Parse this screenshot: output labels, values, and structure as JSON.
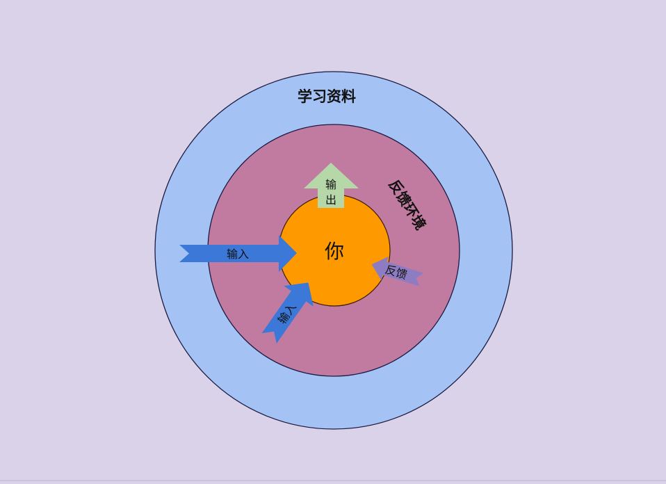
{
  "diagram": {
    "background": "#D9D2E9",
    "rings": {
      "outer": {
        "label": "学习资料",
        "fill": "#A4C2F4",
        "stroke": "#1A1A40"
      },
      "middle": {
        "label": "反馈环境",
        "fill": "#C27BA0",
        "stroke": "#1A1A40"
      },
      "inner": {
        "label": "你",
        "fill": "#FF9900",
        "stroke": "#3A1A00"
      }
    },
    "arrows": {
      "output": {
        "label_line1": "输",
        "label_line2": "出",
        "fill": "#B6D7A8",
        "direction": "up"
      },
      "input_horizontal": {
        "label": "输入",
        "fill": "#3C78D8",
        "direction": "right"
      },
      "input_diagonal": {
        "label": "输入",
        "fill": "#3C78D8",
        "direction": "up-right"
      },
      "feedback": {
        "label": "反馈",
        "fill": "#8E7CC3",
        "direction": "left"
      }
    }
  }
}
